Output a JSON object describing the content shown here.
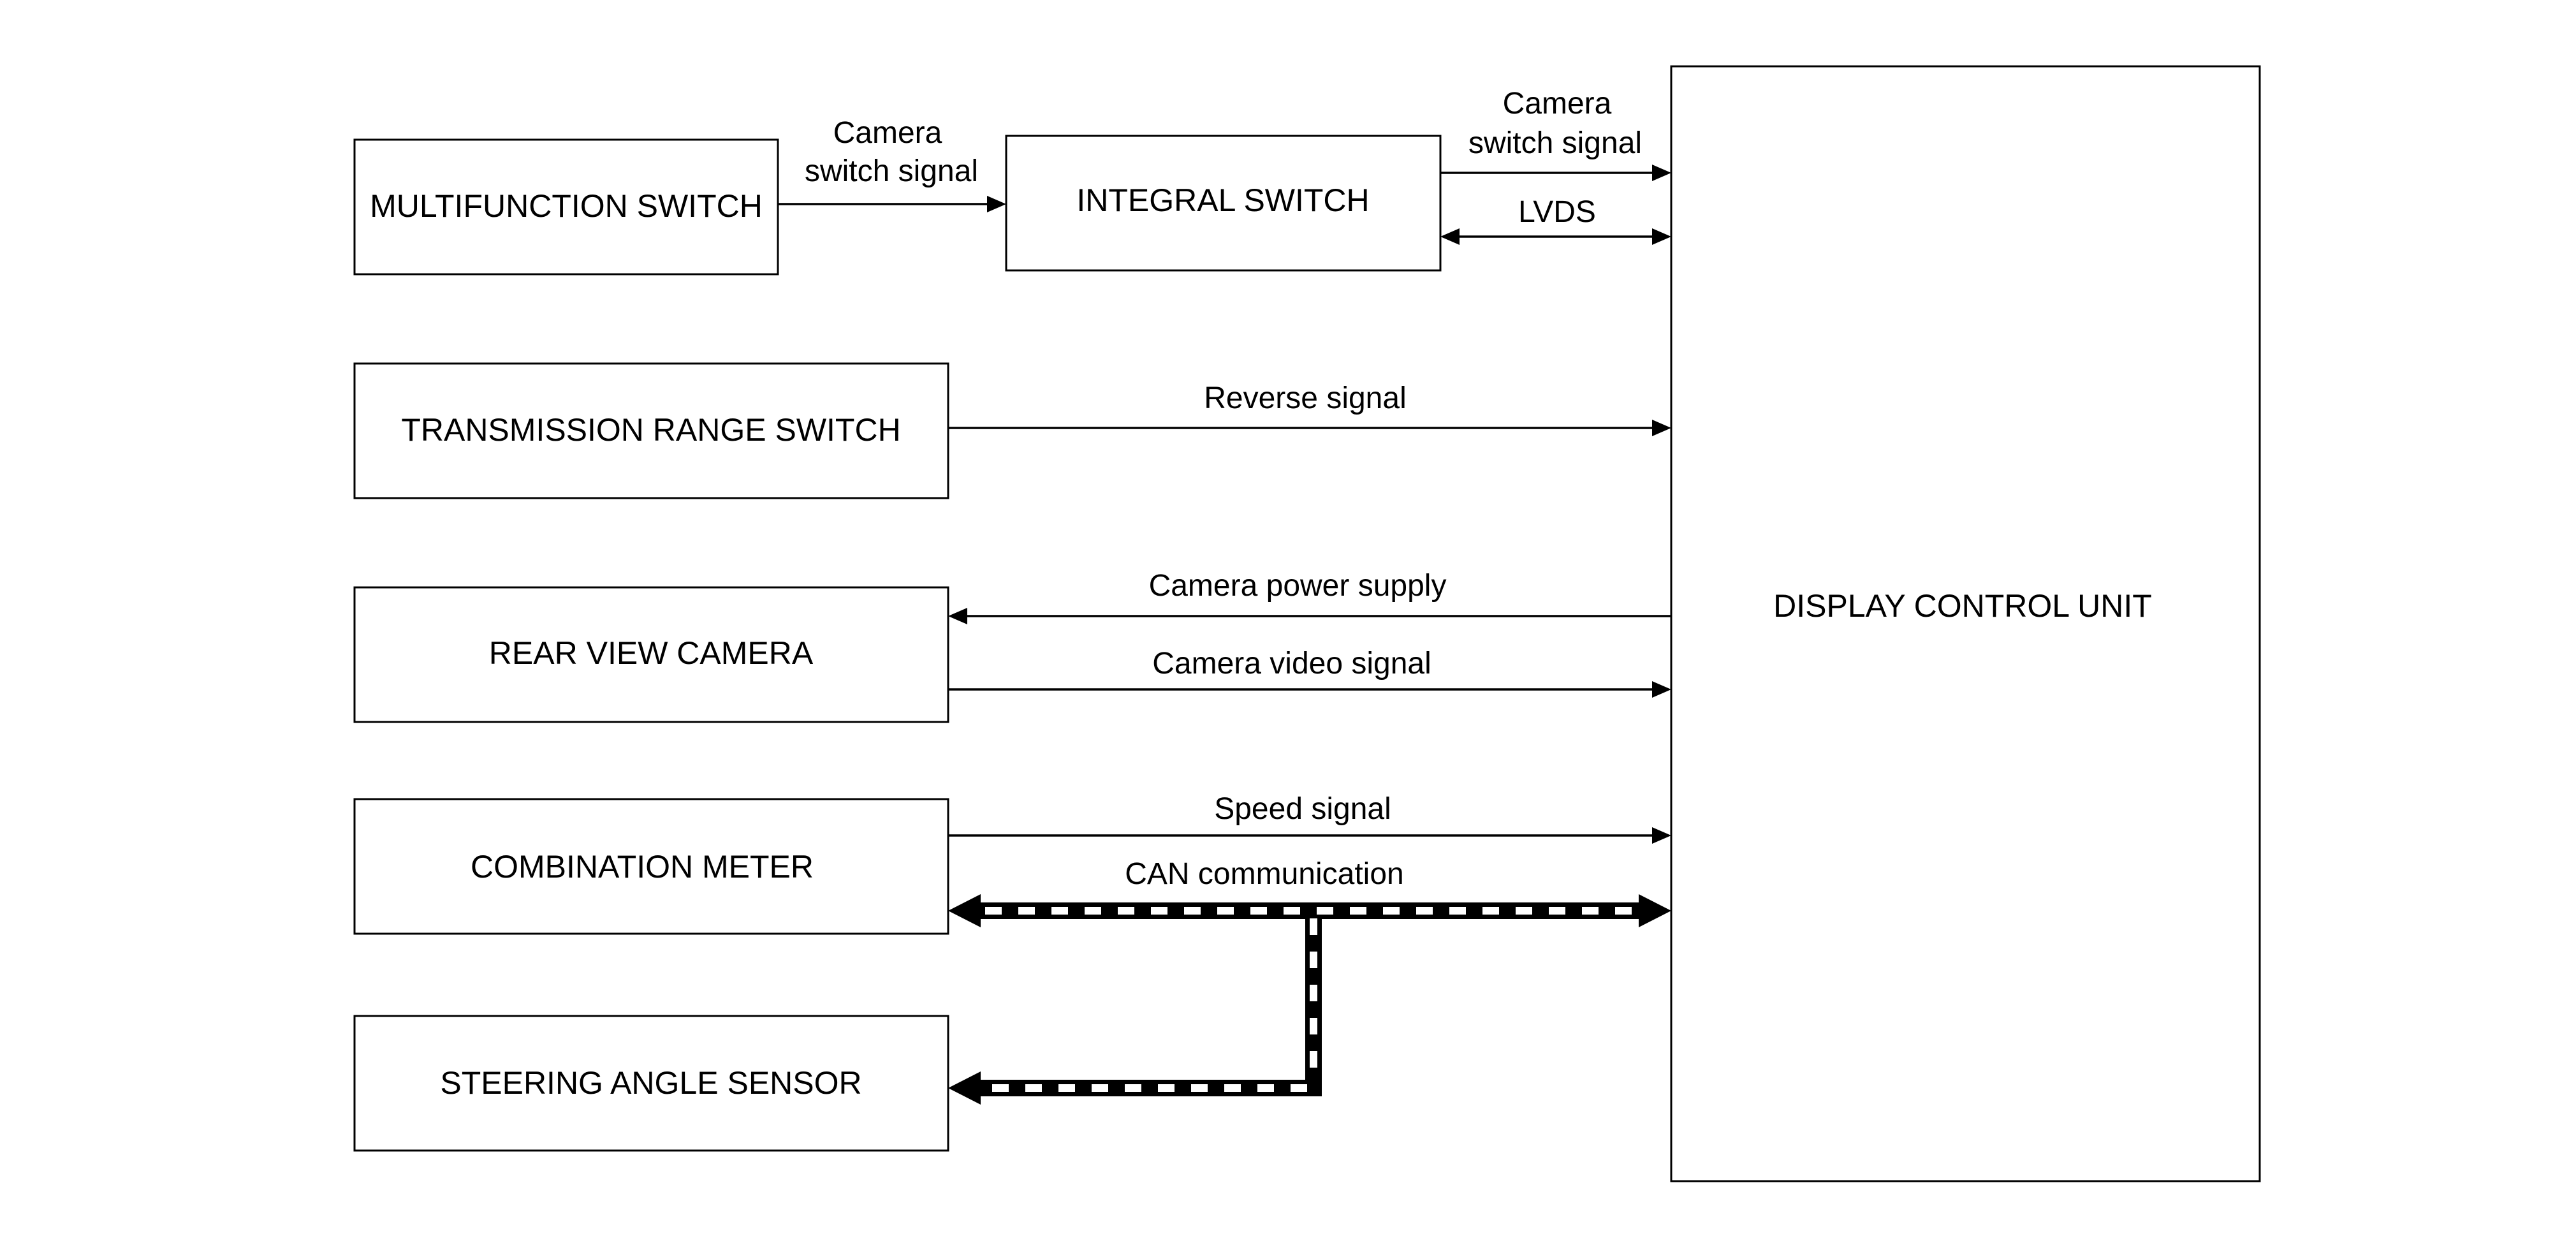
{
  "boxes": {
    "multifunction_switch": "MULTIFUNCTION SWITCH",
    "integral_switch": "INTEGRAL SWITCH",
    "transmission_range_switch": "TRANSMISSION RANGE SWITCH",
    "rear_view_camera": "REAR VIEW CAMERA",
    "combination_meter": "COMBINATION METER",
    "steering_angle_sensor": "STEERING ANGLE SENSOR",
    "display_control_unit": "DISPLAY CONTROL UNIT"
  },
  "signals": {
    "camera_switch_1_line1": "Camera",
    "camera_switch_1_line2": "switch signal",
    "camera_switch_2_line1": "Camera",
    "camera_switch_2_line2": "switch signal",
    "lvds": "LVDS",
    "reverse": "Reverse signal",
    "camera_power": "Camera power supply",
    "camera_video": "Camera video signal",
    "speed": "Speed signal",
    "can": "CAN communication"
  }
}
